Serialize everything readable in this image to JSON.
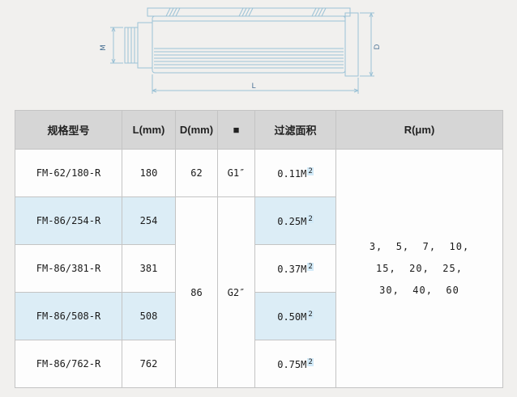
{
  "drawing": {
    "label_m": "M",
    "label_d": "D",
    "label_l": "L"
  },
  "table": {
    "headers": {
      "model": "规格型号",
      "length": "L(mm)",
      "diameter": "D(mm)",
      "port": "■",
      "area": "过滤面积",
      "micron": "R(μm)"
    },
    "rows": [
      {
        "model": "FM-62/180-R",
        "length": "180",
        "area_base": "0.11M",
        "area_sup": "2"
      },
      {
        "model": "FM-86/254-R",
        "length": "254",
        "area_base": "0.25M",
        "area_sup": "2"
      },
      {
        "model": "FM-86/381-R",
        "length": "381",
        "area_base": "0.37M",
        "area_sup": "2"
      },
      {
        "model": "FM-86/508-R",
        "length": "508",
        "area_base": "0.50M",
        "area_sup": "2"
      },
      {
        "model": "FM-86/762-R",
        "length": "762",
        "area_base": "0.75M",
        "area_sup": "2"
      }
    ],
    "diameter_row1": "62",
    "diameter_rows2_5": "86",
    "port_row1": "G1″",
    "port_rows2_5": "G2″",
    "micron_lines": [
      "3,  5,  7,  10,",
      "15,  20,  25,",
      "30,  40,  60"
    ]
  }
}
